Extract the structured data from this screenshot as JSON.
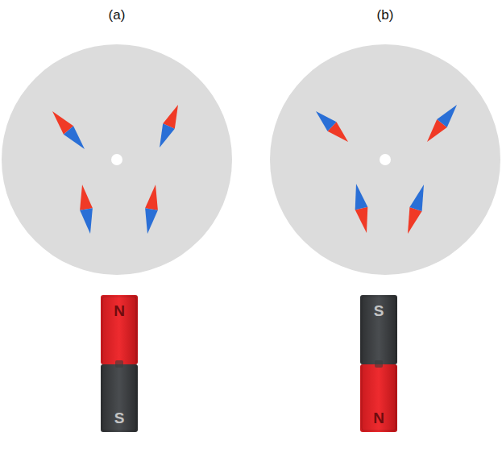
{
  "diagram": {
    "labels": [
      "(a)",
      "(b)",
      "N",
      "S",
      "S",
      "N"
    ]
  }
}
